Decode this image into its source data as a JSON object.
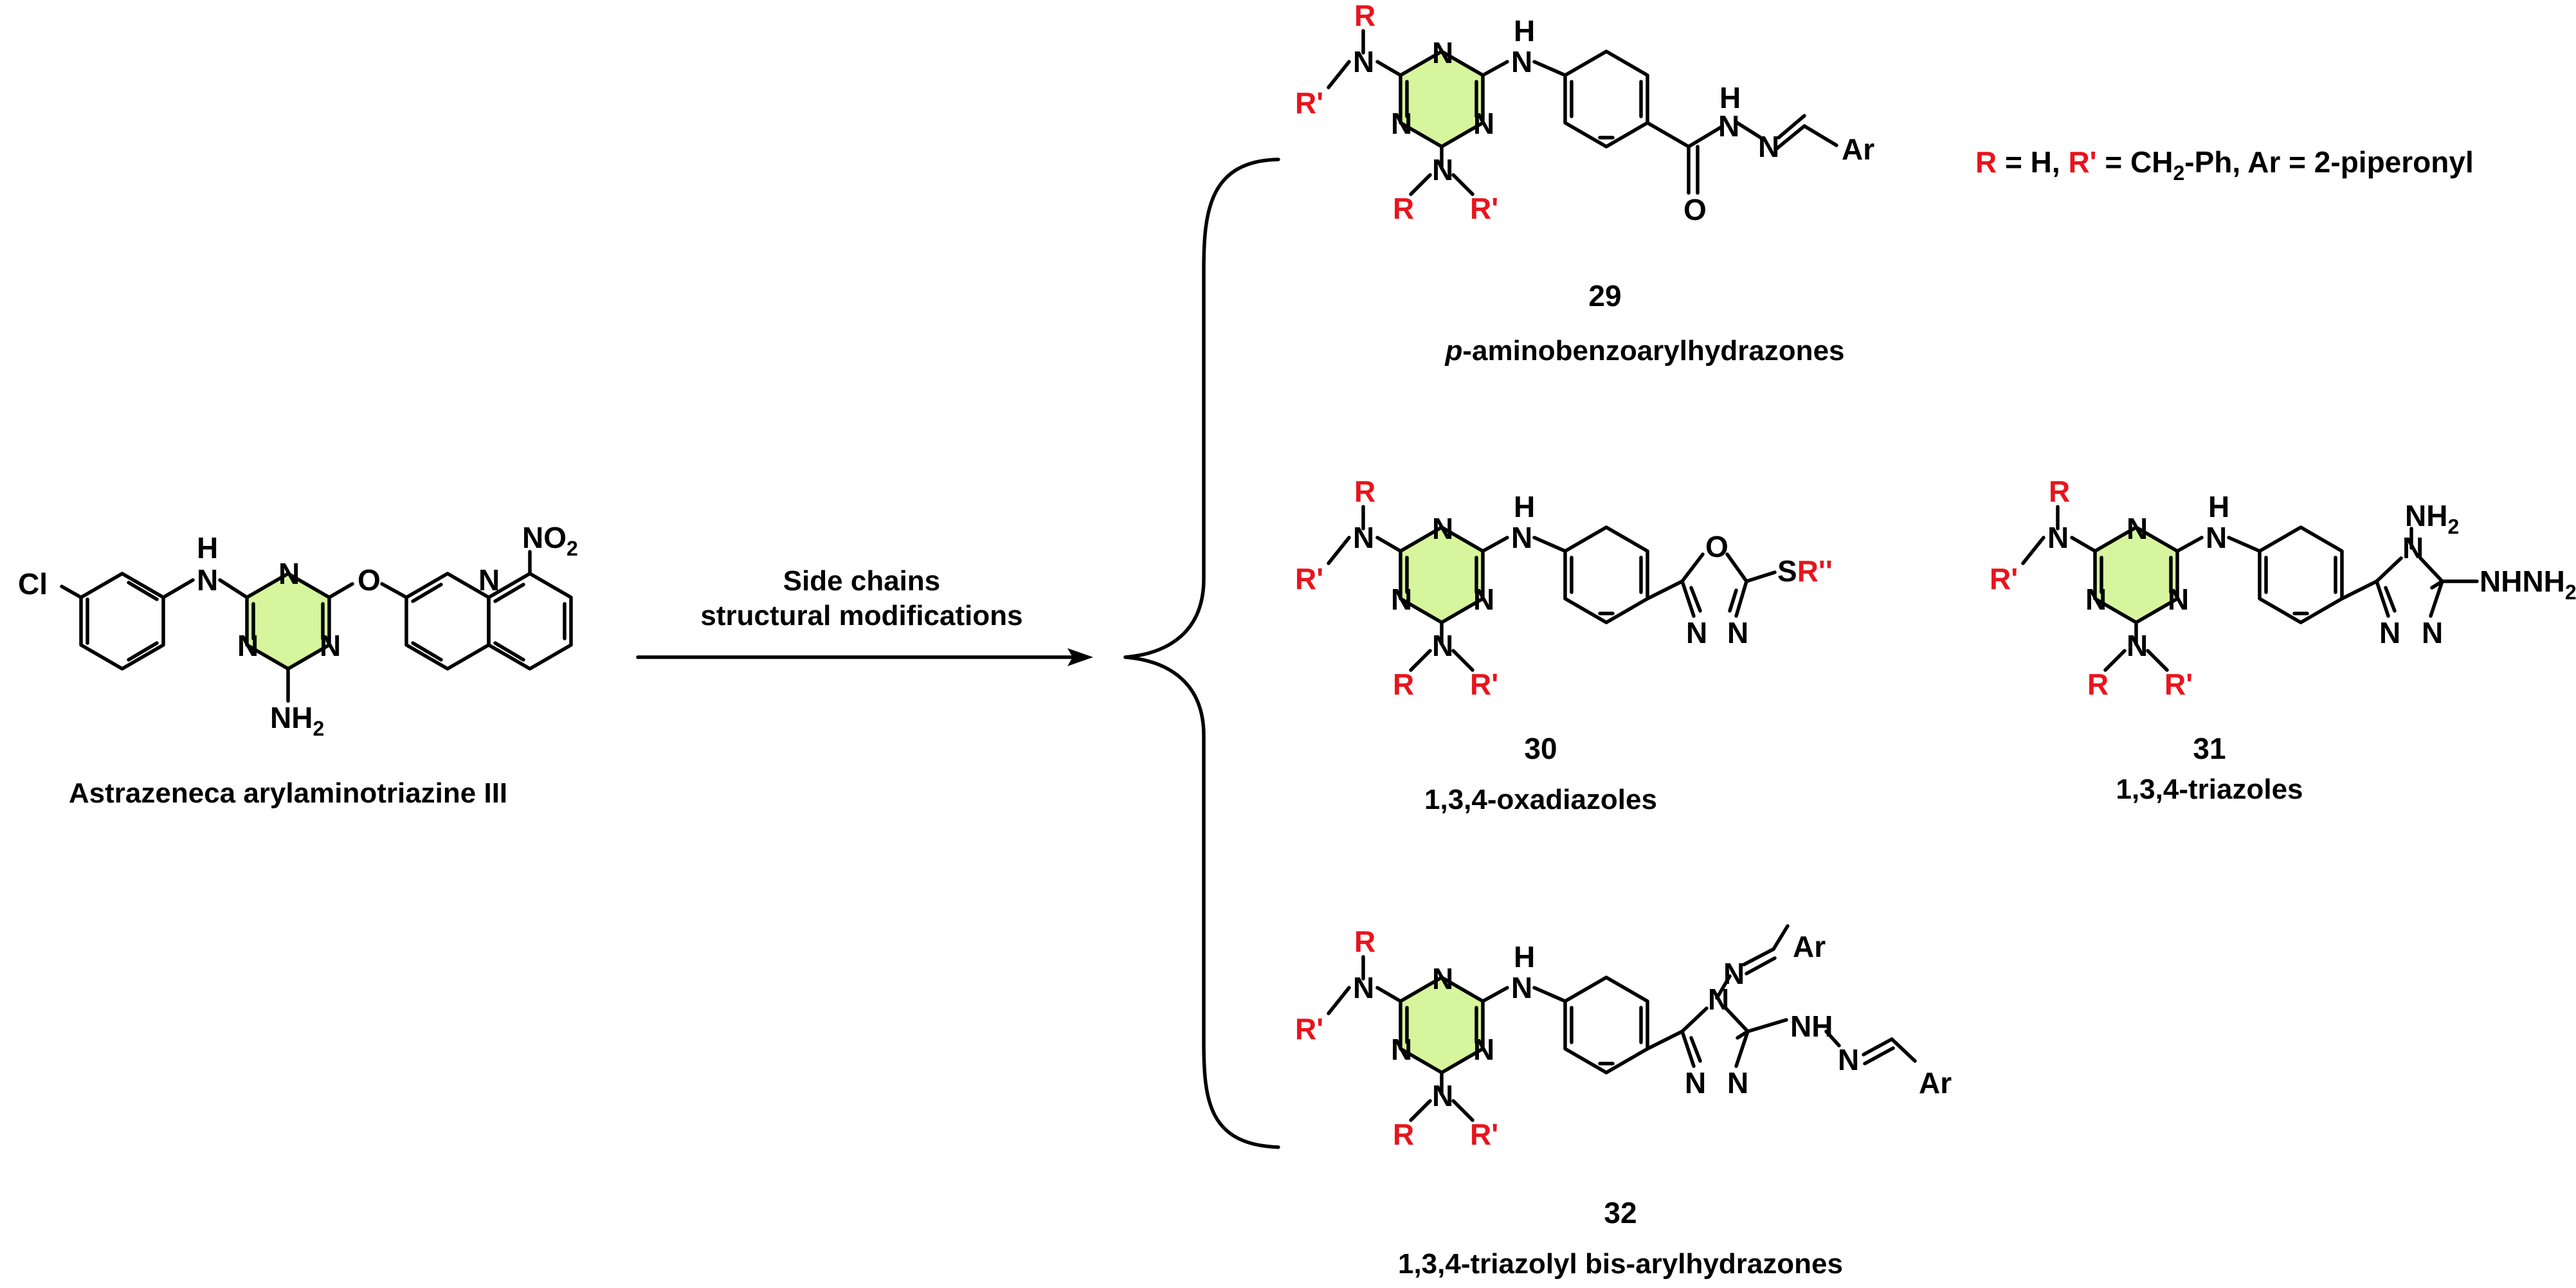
{
  "starting_material": {
    "name": "Astrazeneca arylaminotriazine III",
    "atoms": {
      "cl": "Cl",
      "nh": "H",
      "n": "N",
      "o": "O",
      "nh2": "NH",
      "sub2": "2",
      "no2": "NO",
      "nsub2": "2"
    }
  },
  "arrow": {
    "line1": "Side chains",
    "line2": "structural modifications"
  },
  "core_atoms": {
    "r": "R",
    "rp": "R'",
    "n": "N",
    "h": "H",
    "o": "O"
  },
  "products": [
    {
      "number": "29",
      "italic_prefix": "p",
      "class_name": "-aminobenzoarylhydrazones",
      "definition": {
        "r": "R",
        "eq1": " = H, ",
        "rp": "R'",
        "eq2": " = CH",
        "sub": "2",
        "eq3": "-Ph, Ar = 2-piperonyl"
      },
      "ar": "Ar"
    },
    {
      "number": "30",
      "class_name": "1,3,4-oxadiazoles",
      "s": "S",
      "rpp": "R''"
    },
    {
      "number": "31",
      "class_name": "1,3,4-triazoles",
      "nh2": "NH",
      "sub2": "2",
      "hydrazine": "NHNH",
      "sub3": "2"
    },
    {
      "number": "32",
      "class_name": "1,3,4-triazolyl bis-arylhydrazones",
      "ar": "Ar",
      "nh": "NH"
    }
  ],
  "colors": {
    "highlight": "#d6f59c",
    "red": "#e8141c",
    "black": "#000000"
  }
}
